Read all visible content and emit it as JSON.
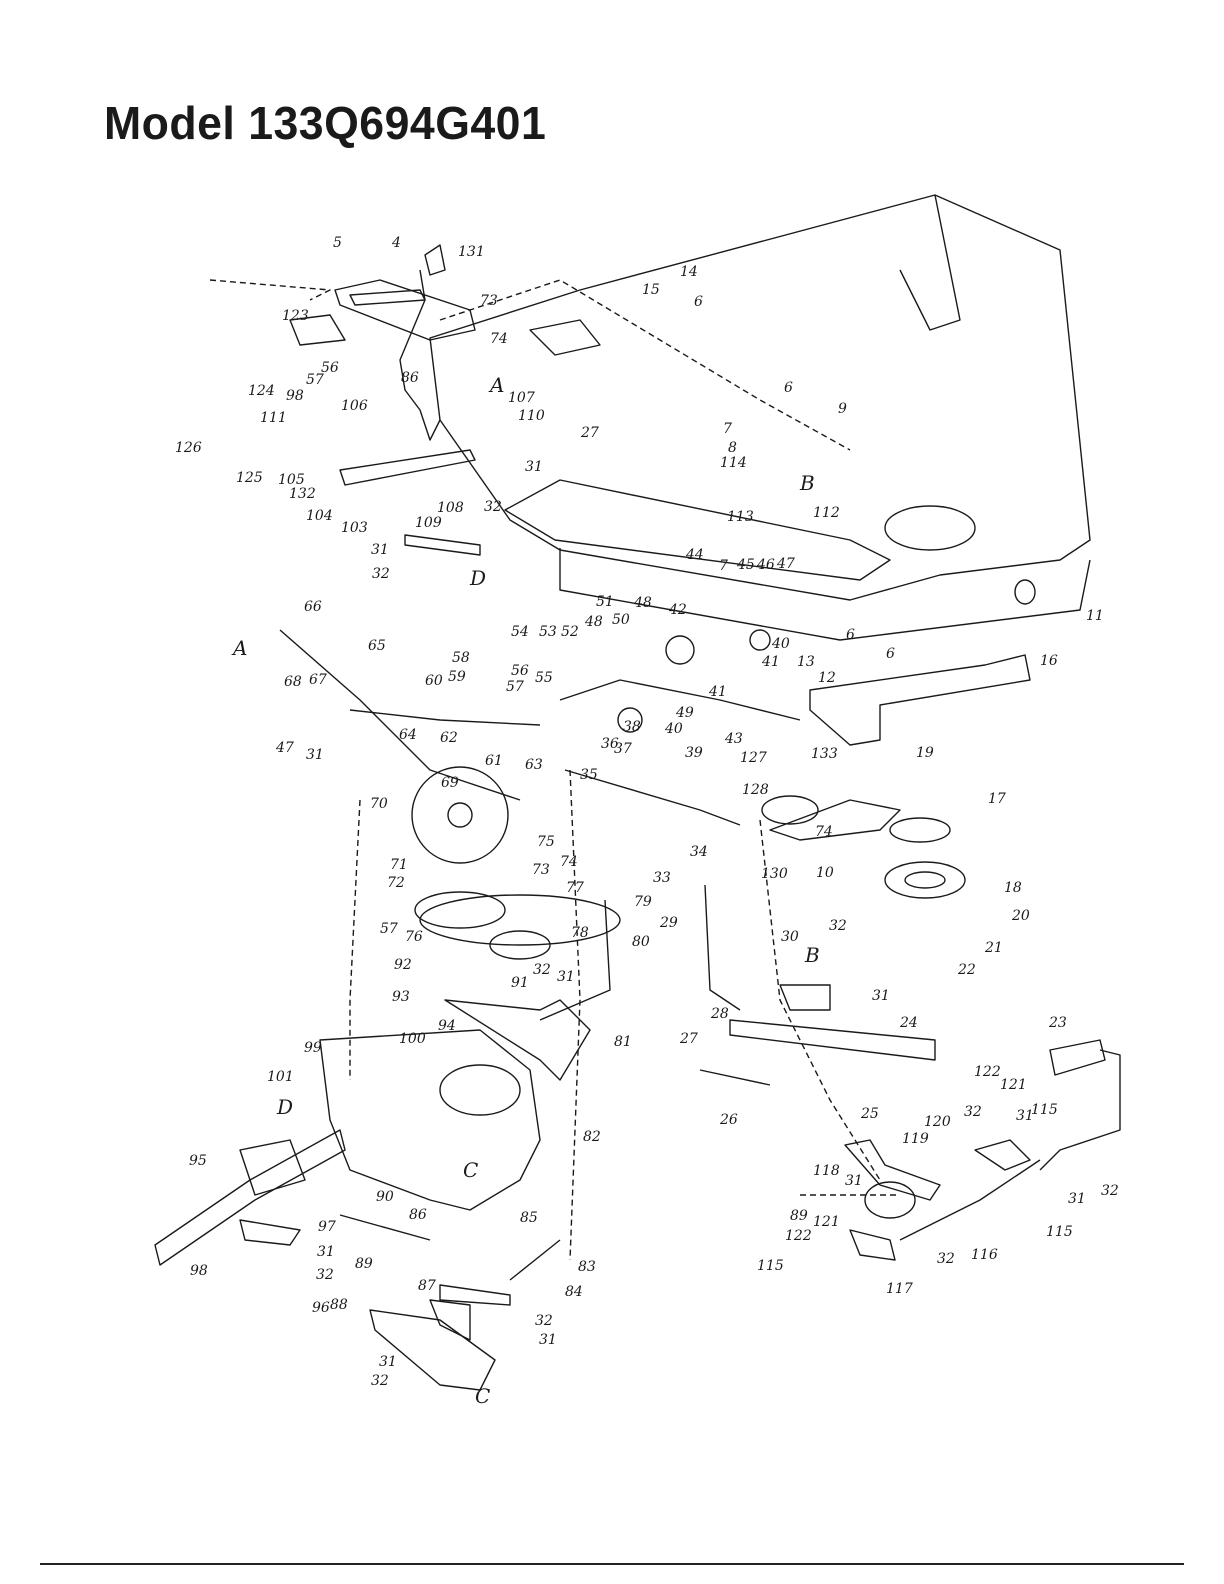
{
  "title": "Model 133Q694G401",
  "labels": {
    "l5": "5",
    "l4": "4",
    "l131": "131",
    "l123": "123",
    "l73a": "73",
    "l74a": "74",
    "l56a": "56",
    "l57a": "57",
    "l86a": "86",
    "l124": "124",
    "l98a": "98",
    "l106": "106",
    "l111": "111",
    "l107": "107",
    "l110": "110",
    "l27a": "27",
    "l126": "126",
    "l125": "125",
    "l105": "105",
    "l132": "132",
    "l104": "104",
    "l103": "103",
    "l109": "109",
    "l108": "108",
    "l31a": "31",
    "l31b": "31",
    "l32a": "32",
    "l32b": "32",
    "lDtop": "D",
    "lAtop": "A",
    "l15": "15",
    "l6a": "6",
    "l14": "14",
    "l6b": "6",
    "l9": "9",
    "l7a": "7",
    "l8": "8",
    "l114": "114",
    "lBtop": "B",
    "l113": "113",
    "l112": "112",
    "l44": "44",
    "l7b": "7",
    "l45": "45",
    "l46": "46",
    "l47a": "47",
    "l13": "13",
    "l12": "12",
    "l6c": "6",
    "l6d": "6",
    "l11": "11",
    "l16": "16",
    "l66": "66",
    "lAmid": "A",
    "l65": "65",
    "l51": "51",
    "l48a": "48",
    "l48b": "48",
    "l54": "54",
    "l53": "53",
    "l52": "52",
    "l50": "50",
    "l42": "42",
    "l40a": "40",
    "l41a": "41",
    "l41b": "41",
    "l49": "49",
    "l40b": "40",
    "l43": "43",
    "l58": "58",
    "l68": "68",
    "l67": "67",
    "l60": "60",
    "l59": "59",
    "l56b": "56",
    "l57b": "57",
    "l55": "55",
    "l47b": "47",
    "l31c": "31",
    "l64": "64",
    "l62": "62",
    "l61": "61",
    "l63": "63",
    "l36": "36",
    "l37": "37",
    "l38": "38",
    "l39": "39",
    "l35": "35",
    "l127": "127",
    "l133": "133",
    "l19": "19",
    "l17": "17",
    "l69": "69",
    "l70": "70",
    "l128": "128",
    "l74b": "74",
    "l34": "34",
    "l130": "130",
    "l10": "10",
    "l75": "75",
    "l71": "71",
    "l72": "72",
    "l73b": "73",
    "l74c": "74",
    "l77": "77",
    "l78": "78",
    "l33": "33",
    "l79": "79",
    "l18": "18",
    "l20": "20",
    "l21": "21",
    "l22": "22",
    "l29": "29",
    "l80": "80",
    "l57c": "57",
    "l76": "76",
    "l30": "30",
    "lBmid": "B",
    "l32c": "32",
    "l31d": "31",
    "l92": "92",
    "l32d": "32",
    "l31e": "31",
    "l91": "91",
    "l93": "93",
    "l28": "28",
    "l24": "24",
    "l27b": "27",
    "l23": "23",
    "l94": "94",
    "l81": "81",
    "l99": "99",
    "l100": "100",
    "l101": "101",
    "l26": "26",
    "l122a": "122",
    "l121a": "121",
    "lDmid": "D",
    "l32e": "32",
    "l31f": "31",
    "l115a": "115",
    "l25": "25",
    "l120": "120",
    "l119": "119",
    "l82": "82",
    "l95": "95",
    "lCmid": "C",
    "l32f": "32",
    "l118": "118",
    "l31g": "31",
    "l31h": "31",
    "l89a": "89",
    "l121b": "121",
    "l90": "90",
    "l86b": "86",
    "l85": "85",
    "l115b": "115",
    "l122b": "122",
    "l32g": "32",
    "l116": "116",
    "l97": "97",
    "l115c": "115",
    "l117": "117",
    "l89b": "89",
    "l31i": "31",
    "l98b": "98",
    "l32h": "32",
    "l83": "83",
    "l87": "87",
    "l84": "84",
    "l88": "88",
    "l96": "96",
    "l32i": "32",
    "l31j": "31",
    "l31k": "31",
    "l32j": "32",
    "lCbot": "C"
  }
}
